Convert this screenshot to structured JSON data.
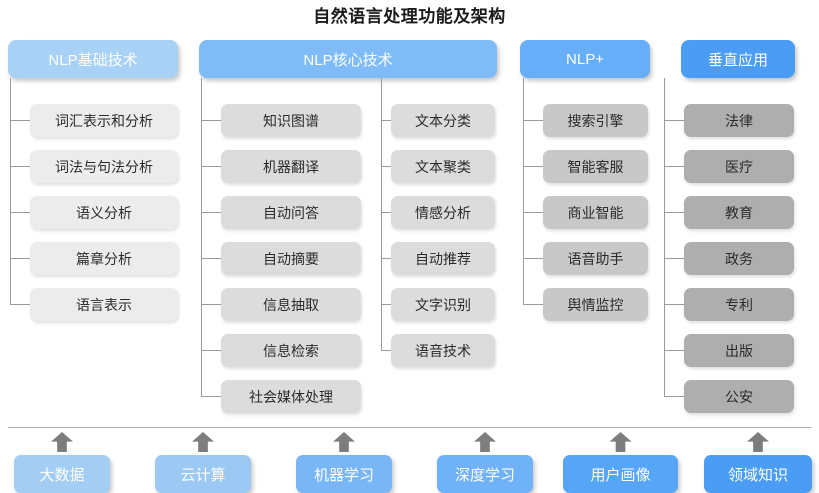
{
  "title": "自然语言处理功能及架构",
  "colors": {
    "header_nlp_basic": "#a8d2f5",
    "header_nlp_core": "#7fbcf7",
    "header_nlp_plus": "#66aef8",
    "header_vertical": "#4a9cf5",
    "leaf_light": "#e2e2e2",
    "leaf_mid": "#d6d6d6",
    "leaf_dark": "#b4b4b4",
    "arrow": "#7d7d7d",
    "line": "#9a9a9a"
  },
  "columns": [
    {
      "id": "nlp-basic",
      "header": "NLP基础技术",
      "header_color": "#a8d2f5",
      "leaf_color": "#ececec",
      "items": [
        "词汇表示和分析",
        "词法与句法分析",
        "语义分析",
        "篇章分析",
        "语言表示"
      ]
    },
    {
      "id": "nlp-core-a",
      "header": "NLP核心技术",
      "header_color": "#7fbcf7",
      "leaf_color": "#dcdcdc",
      "items": [
        "知识图谱",
        "机器翻译",
        "自动问答",
        "自动摘要",
        "信息抽取",
        "信息检索",
        "社会媒体处理"
      ]
    },
    {
      "id": "nlp-core-b",
      "header": "",
      "header_color": "",
      "leaf_color": "#dcdcdc",
      "items": [
        "文本分类",
        "文本聚类",
        "情感分析",
        "自动推荐",
        "文字识别",
        "语音技术"
      ]
    },
    {
      "id": "nlp-plus",
      "header": "NLP+",
      "header_color": "#66aef8",
      "leaf_color": "#c8c8c8",
      "items": [
        "搜索引擎",
        "智能客服",
        "商业智能",
        "语音助手",
        "舆情监控"
      ]
    },
    {
      "id": "vertical-app",
      "header": "垂直应用",
      "header_color": "#4a9cf5",
      "leaf_color": "#aeaeae",
      "items": [
        "法律",
        "医疗",
        "教育",
        "政务",
        "专利",
        "出版",
        "公安"
      ]
    }
  ],
  "foundation": {
    "items": [
      {
        "label": "大数据",
        "color": "#a4cdf3"
      },
      {
        "label": "云计算",
        "color": "#9cc9f4"
      },
      {
        "label": "机器学习",
        "color": "#79b6f6"
      },
      {
        "label": "深度学习",
        "color": "#6fb2f7"
      },
      {
        "label": "用户画像",
        "color": "#56a5f7"
      },
      {
        "label": "领域知识",
        "color": "#4a9cf5"
      }
    ]
  }
}
